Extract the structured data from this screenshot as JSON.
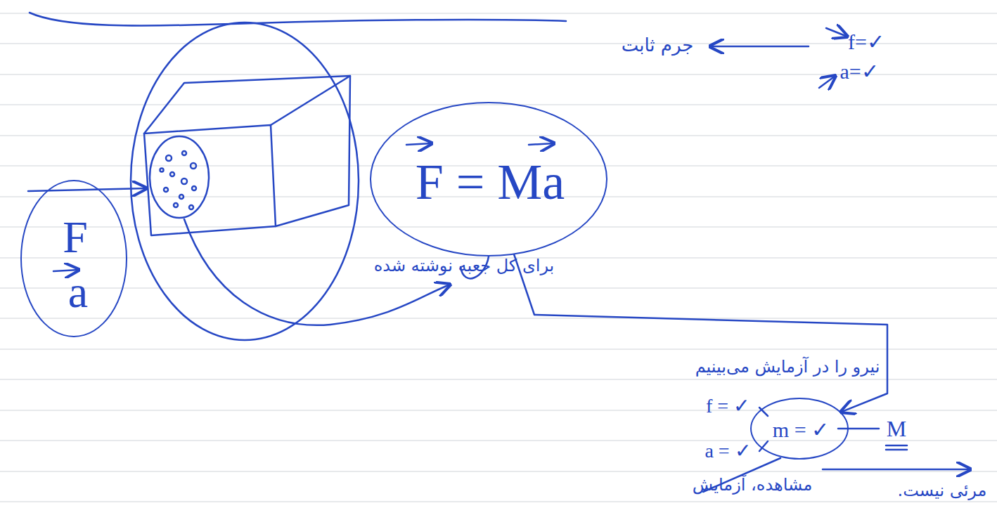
{
  "diagram": {
    "nodes": [
      {
        "text": [
          "F",
          "a"
        ]
      },
      {
        "text": [
          "F = Ma"
        ]
      },
      {
        "text": [
          "m = ✓"
        ]
      }
    ],
    "edges": [
      {
        "from": 1,
        "to": 2,
        "arrow": "to"
      }
    ],
    "labels": [
      "f=✓",
      "a=✓",
      "جرم ثابت",
      "برای کل جعبه نوشته شده",
      "نیرو را در آزمایش می‌بینیم",
      "f = ✓",
      "a = ✓",
      "M",
      "مشاهده، آزمایش",
      "مرئی نیست."
    ]
  }
}
